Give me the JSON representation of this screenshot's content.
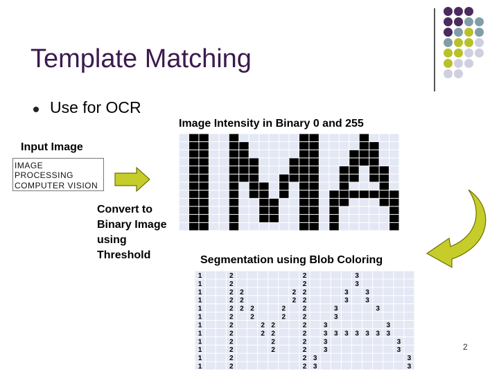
{
  "slide": {
    "title": "Template Matching",
    "bullet": "Use for OCR",
    "intensity_label": "Image Intensity in Binary  0 and 255",
    "input_label": "Input Image",
    "input_lines": [
      "IMAGE PROCESSING",
      "COMPUTER VISION"
    ],
    "convert_lines": [
      "Convert to",
      "Binary Image",
      "using",
      "Threshold"
    ],
    "segmentation_label": "Segmentation using Blob Coloring",
    "page_number": "2"
  },
  "colors": {
    "title": "#3b1a4f",
    "purple": "#4b2a5c",
    "teal": "#7f9ea8",
    "olive": "#b8c12a",
    "lavender": "#cfcfe0",
    "grid_bg": "#e4e8f4",
    "arrow": "#c6cc2a"
  },
  "binary_grid": {
    "rows": 12,
    "cols": 22,
    "black": [
      "0110010000001100001000",
      "0110011000001100001100",
      "0110011000001100011100",
      "0110011100011100011100",
      "0110011100011100110110",
      "0110011100111100110110",
      "0110010110101100100010",
      "0110010110101101111111",
      "0110010011001101100011",
      "0110010011001101000001",
      "0110010011001101000001",
      "0110010000001101000001"
    ]
  },
  "blob_grid": {
    "rows": [
      [
        "1",
        "",
        "",
        "2",
        "",
        "",
        "",
        "",
        "",
        "",
        "2",
        "",
        "",
        "",
        "",
        "3",
        "",
        "",
        "",
        "",
        ""
      ],
      [
        "1",
        "",
        "",
        "2",
        "",
        "",
        "",
        "",
        "",
        "",
        "2",
        "",
        "",
        "",
        "",
        "3",
        "",
        "",
        "",
        "",
        ""
      ],
      [
        "1",
        "",
        "",
        "2",
        "2",
        "",
        "",
        "",
        "",
        "2",
        "2",
        "",
        "",
        "",
        "3",
        "",
        "3",
        "",
        "",
        "",
        ""
      ],
      [
        "1",
        "",
        "",
        "2",
        "2",
        "",
        "",
        "",
        "",
        "2",
        "2",
        "",
        "",
        "",
        "3",
        "",
        "3",
        "",
        "",
        "",
        ""
      ],
      [
        "1",
        "",
        "",
        "2",
        "2",
        "2",
        "",
        "",
        "2",
        "",
        "2",
        "",
        "",
        "3",
        "",
        "",
        "",
        "3",
        "",
        "",
        ""
      ],
      [
        "1",
        "",
        "",
        "2",
        "",
        "2",
        "",
        "",
        "2",
        "",
        "2",
        "",
        "",
        "3",
        "",
        "",
        "",
        "",
        "",
        "",
        ""
      ],
      [
        "1",
        "",
        "",
        "2",
        "",
        "",
        "2",
        "2",
        "",
        "",
        "2",
        "",
        "3",
        "",
        "",
        "",
        "",
        "",
        "3",
        "",
        ""
      ],
      [
        "1",
        "",
        "",
        "2",
        "",
        "",
        "2",
        "2",
        "",
        "",
        "2",
        "",
        "3",
        "3",
        "3",
        "3",
        "3",
        "3",
        "3",
        "",
        ""
      ],
      [
        "1",
        "",
        "",
        "2",
        "",
        "",
        "",
        "2",
        "",
        "",
        "2",
        "",
        "3",
        "",
        "",
        "",
        "",
        "",
        "",
        "3",
        ""
      ],
      [
        "1",
        "",
        "",
        "2",
        "",
        "",
        "",
        "2",
        "",
        "",
        "2",
        "",
        "3",
        "",
        "",
        "",
        "",
        "",
        "",
        "3",
        ""
      ],
      [
        "1",
        "",
        "",
        "2",
        "",
        "",
        "",
        "",
        "",
        "",
        "2",
        "3",
        "",
        "",
        "",
        "",
        "",
        "",
        "",
        "",
        "3"
      ],
      [
        "1",
        "",
        "",
        "2",
        "",
        "",
        "",
        "",
        "",
        "",
        "2",
        "3",
        "",
        "",
        "",
        "",
        "",
        "",
        "",
        "",
        "3"
      ]
    ]
  }
}
